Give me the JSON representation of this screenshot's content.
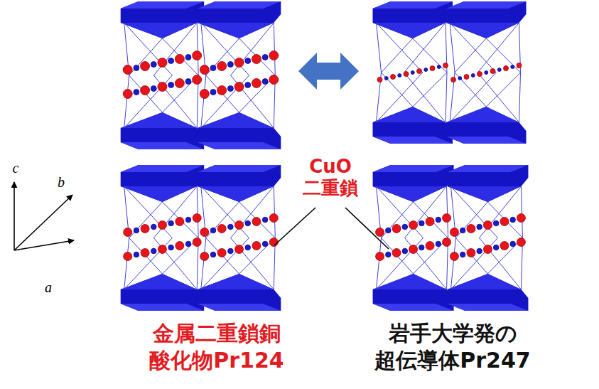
{
  "diagram": {
    "labels": [
      "c",
      "b",
      "a",
      "CuO 二重鎖",
      "金属二重鎖銅 酸化物Pr124",
      "岩手大学発の 超伝導体Pr247"
    ]
  }
}
